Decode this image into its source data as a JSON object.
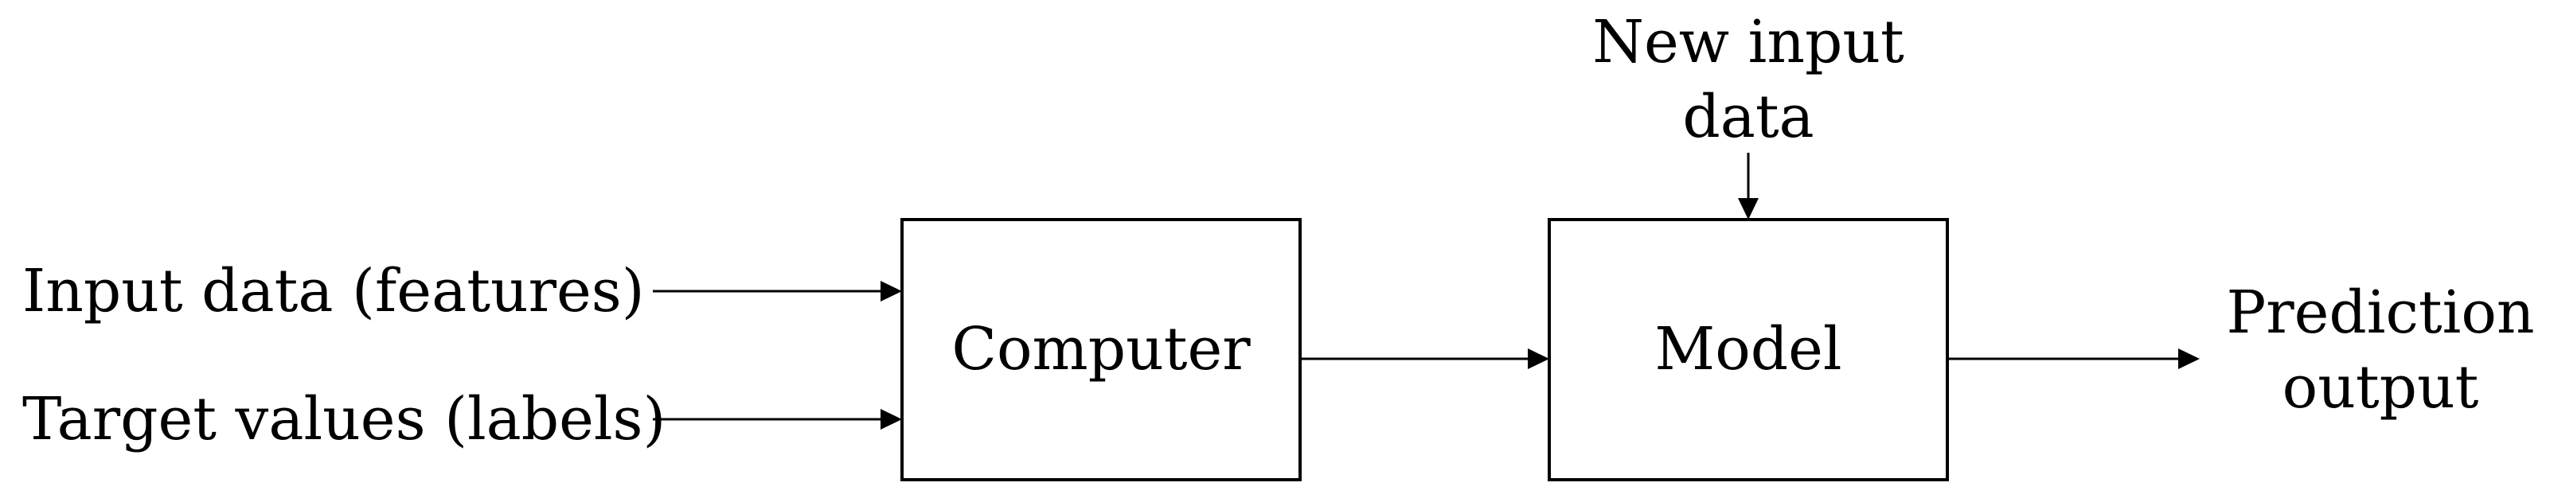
{
  "inputs": {
    "features_label": "Input data (features)",
    "labels_label": "Target values (labels)"
  },
  "blocks": {
    "computer_label": "Computer",
    "model_label": "Model"
  },
  "new_input": {
    "line1": "New input",
    "line2": "data"
  },
  "output": {
    "line1": "Prediction",
    "line2": "output"
  },
  "colors": {
    "stroke": "#000000",
    "text": "#000000",
    "background": "#ffffff"
  }
}
